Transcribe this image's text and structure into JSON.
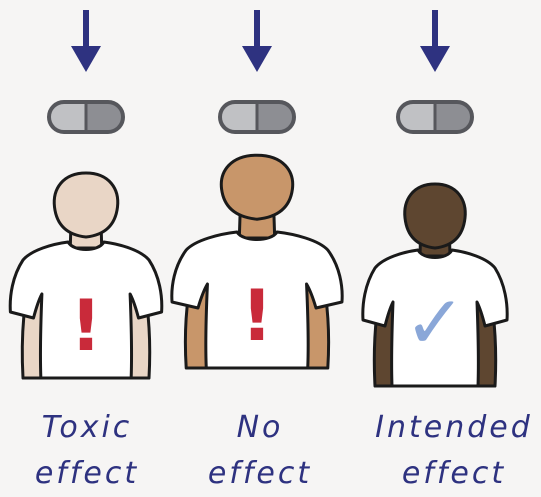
{
  "figures": [
    {
      "label_line1": "Toxic",
      "label_line2": "effect",
      "outcome_symbol": "!",
      "outcome_icon": "exclamation-mark-icon",
      "skin_color": "#e9d6c6",
      "mark_color": "#c92a3a"
    },
    {
      "label_line1": "No",
      "label_line2": "effect",
      "outcome_symbol": "!",
      "outcome_icon": "exclamation-mark-icon",
      "skin_color": "#c8966a",
      "mark_color": "#c92a3a"
    },
    {
      "label_line1": "Intended",
      "label_line2": "effect",
      "outcome_symbol": "✓",
      "outcome_icon": "checkmark-icon",
      "skin_color": "#5e4630",
      "mark_color": "#8aa7d8"
    }
  ],
  "colors": {
    "arrow": "#2e3280",
    "pill_left": "#c0c1c4",
    "pill_right": "#8d8e93",
    "pill_outline": "#56575c",
    "shirt": "#ffffff",
    "outline": "#1a1a1a"
  },
  "icons": [
    "down-arrow-icon",
    "pill-icon",
    "person-icon"
  ]
}
